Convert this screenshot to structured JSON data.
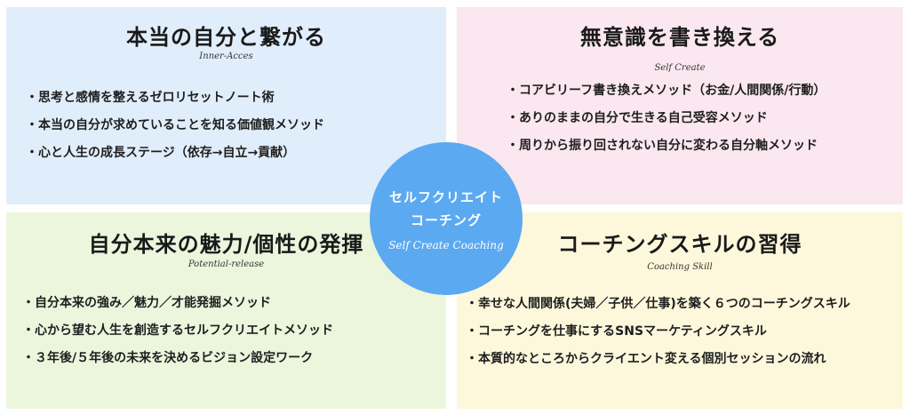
{
  "quadrants": {
    "top_left": {
      "title": "本当の自分と繋がる",
      "subtitle": "Inner-Acces",
      "items": [
        "思考と感情を整えるゼロリセットノート術",
        "本当の自分が求めていることを知る価値観メソッド",
        "心と人生の成長ステージ（依存→自立→貢献）"
      ]
    },
    "top_right": {
      "title": "無意識を書き換える",
      "subtitle": "Self Create",
      "items": [
        "コアビリーフ書き換えメソッド（お金/人間関係/行動）",
        "ありのままの自分で生きる自己受容メソッド",
        "周りから振り回されない自分に変わる自分軸メソッド"
      ]
    },
    "bottom_left": {
      "title": "自分本来の魅力/個性の発揮",
      "subtitle": "Potential-release",
      "items": [
        "自分本来の強み／魅力／才能発掘メソッド",
        "心から望む人生を創造するセルフクリエイトメソッド",
        "３年後/５年後の未来を決めるビジョン設定ワーク"
      ]
    },
    "bottom_right": {
      "title": "コーチングスキルの習得",
      "subtitle": "Coaching Skill",
      "items": [
        "幸せな人間関係(夫婦／子供／仕事)を築く６つのコーチングスキル",
        "コーチングを仕事にするSNSマーケティングスキル",
        "本質的なところからクライエント変える個別セッションの流れ"
      ]
    }
  },
  "center": {
    "line1": "セルフクリエイト",
    "line2": "コーチング",
    "english": "Self Create Coaching"
  },
  "bullet": "・",
  "colors": {
    "top_left_bg": "#e0eefb",
    "top_right_bg": "#fbe7ef",
    "bottom_left_bg": "#ebf6dd",
    "bottom_right_bg": "#fdf8dc",
    "circle": "#5ba9f0"
  }
}
